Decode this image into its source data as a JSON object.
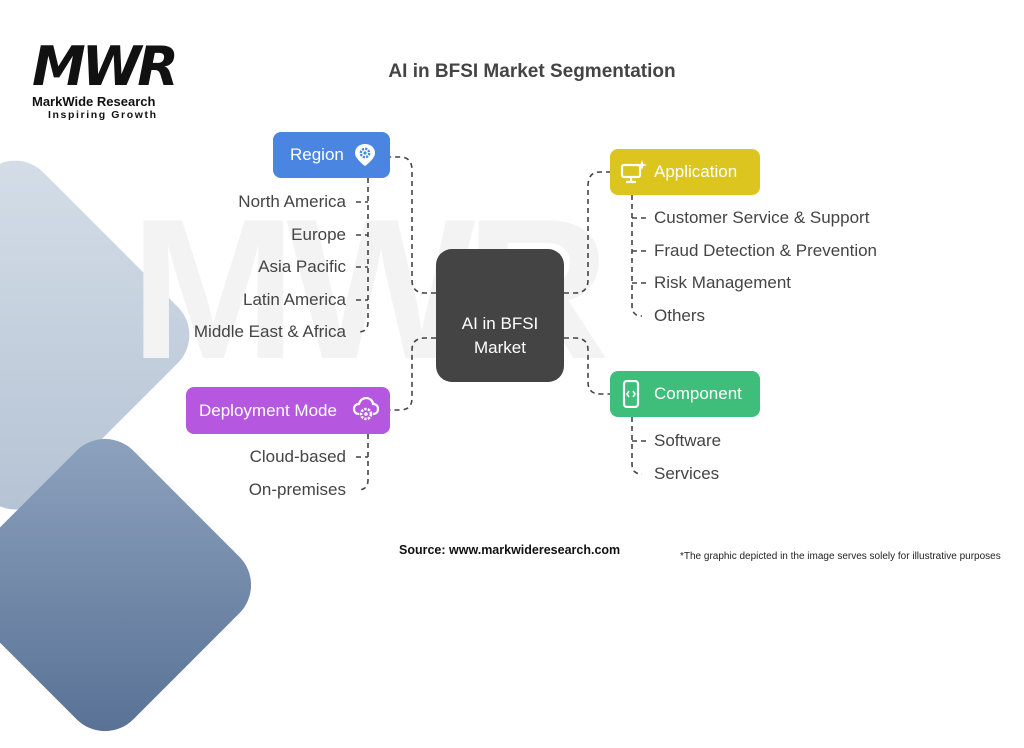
{
  "brand": {
    "logo_mark": "MWR",
    "name": "MarkWide Research",
    "tagline": "Inspiring Growth"
  },
  "title": "AI in BFSI Market Segmentation",
  "center": {
    "line1": "AI in BFSI",
    "line2": "Market",
    "color": "#444444"
  },
  "segments": {
    "region": {
      "label": "Region",
      "icon": "location-gear-icon",
      "color": "#4a86e1",
      "items": [
        "North America",
        "Europe",
        "Asia Pacific",
        "Latin America",
        "Middle East & Africa"
      ]
    },
    "application": {
      "label": "Application",
      "icon": "monitor-sparkle-icon",
      "color": "#dcc51e",
      "items": [
        "Customer Service & Support",
        "Fraud Detection & Prevention",
        "Risk Management",
        "Others"
      ]
    },
    "component": {
      "label": "Component",
      "icon": "mobile-code-icon",
      "color": "#3fbe7b",
      "items": [
        "Software",
        "Services"
      ]
    },
    "deployment_mode": {
      "label": "Deployment Mode",
      "icon": "cloud-gear-icon",
      "color": "#b557df",
      "items": [
        "Cloud-based",
        "On-premises"
      ]
    }
  },
  "footer": {
    "source": "Source: www.markwideresearch.com",
    "note": "*The graphic depicted in the image serves solely for illustrative purposes"
  }
}
